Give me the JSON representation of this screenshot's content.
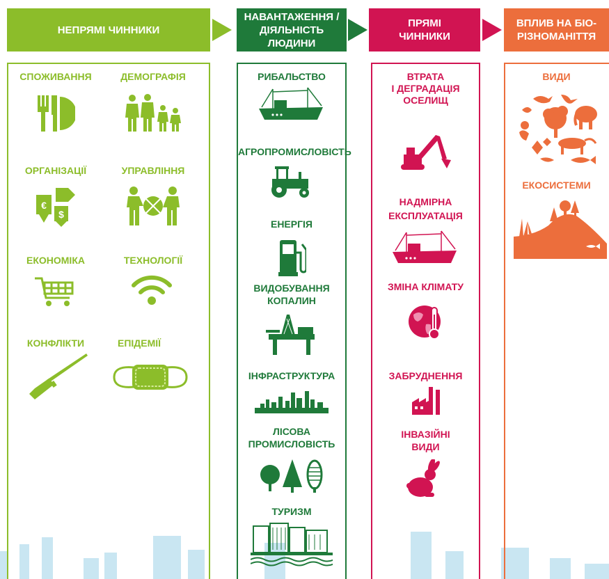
{
  "colors": {
    "indirect": "#8cbd2a",
    "pressures": "#1f7a3a",
    "direct": "#d11452",
    "impact": "#ec6e3c",
    "skyline": "#c9e6f2"
  },
  "headers": {
    "indirect": "НЕПРЯМІ ЧИННИКИ",
    "pressures_line1": "НАВАНТАЖЕННЯ /",
    "pressures_line2": "ДІЯЛЬНІСТЬ ЛЮДИНИ",
    "direct_line1": "ПРЯМІ",
    "direct_line2": "ЧИННИКИ",
    "impact_line1": "ВПЛИВ НА БІО-",
    "impact_line2": "РІЗНОМАНІТТЯ"
  },
  "indirect_items": {
    "consumption": "СПОЖИВАННЯ",
    "demography": "ДЕМОГРАФІЯ",
    "organizations": "ОРГАНІЗАЦІЇ",
    "governance": "УПРАВЛІННЯ",
    "economy": "ЕКОНОМІКА",
    "technology": "ТЕХНОЛОГІЇ",
    "conflicts": "КОНФЛІКТИ",
    "epidemics": "ЕПІДЕМІЇ"
  },
  "pressure_items": {
    "fishing": "РИБАЛЬСТВО",
    "agro": "АГРОПРОМИСЛОВІСТЬ",
    "energy": "ЕНЕРГІЯ",
    "mining_line1": "ВИДОБУВАННЯ",
    "mining_line2": "КОПАЛИН",
    "infrastructure": "ІНФРАСТРУКТУРА",
    "forestry_line1": "ЛІСОВА",
    "forestry_line2": "ПРОМИСЛОВІСТЬ",
    "tourism": "ТУРИЗМ"
  },
  "direct_items": {
    "habitat_line1": "ВТРАТА",
    "habitat_line2": "І ДЕГРАДАЦІЯ",
    "habitat_line3": "ОСЕЛИЩ",
    "overexploit_line1": "НАДМІРНА",
    "overexploit_line2": "ЕКСПЛУАТАЦІЯ",
    "climate": "ЗМІНА КЛІМАТУ",
    "pollution": "ЗАБРУДНЕННЯ",
    "invasive_line1": "ІНВАЗІЙНІ",
    "invasive_line2": "ВИДИ"
  },
  "impact_items": {
    "species": "ВИДИ",
    "ecosystems": "ЕКОСИСТЕМИ"
  },
  "icons": [
    "cutlery-plate-icon",
    "family-icon",
    "money-exchange-icon",
    "handshake-icon",
    "shopping-cart-icon",
    "wifi-icon",
    "rifle-icon",
    "face-mask-icon",
    "fishing-boat-icon",
    "tractor-icon",
    "fuel-pump-icon",
    "oil-rig-icon",
    "city-skyline-icon",
    "trees-icon",
    "hotel-beach-icon",
    "excavator-icon",
    "earth-thermometer-icon",
    "factory-icon",
    "rabbit-icon",
    "animals-circle-icon",
    "ecosystem-landscape-icon"
  ]
}
